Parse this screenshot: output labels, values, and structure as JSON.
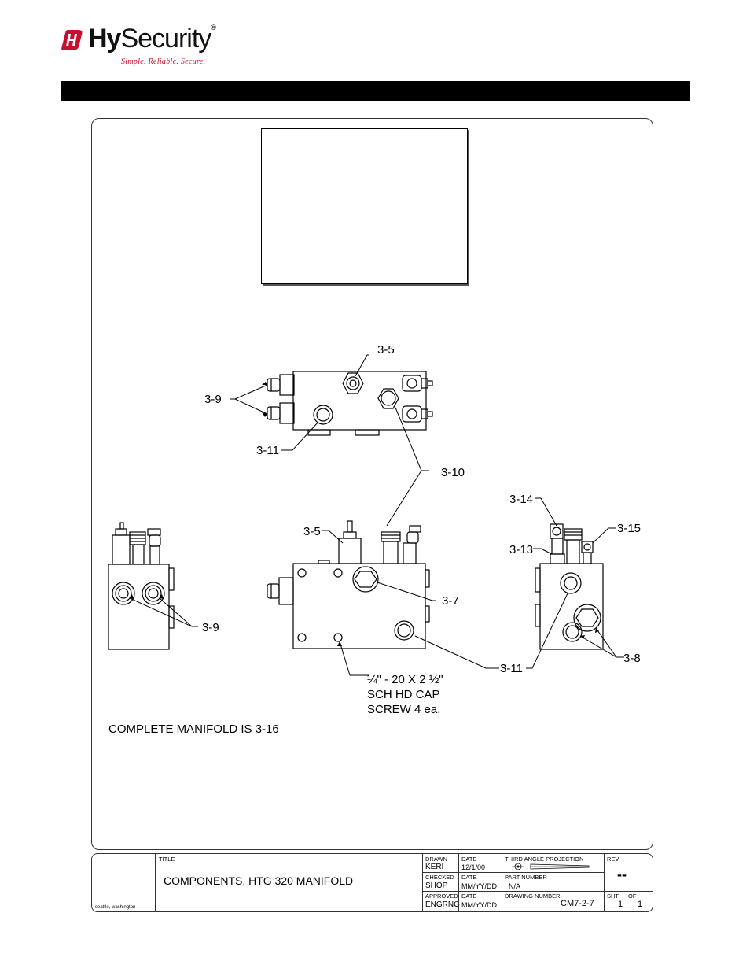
{
  "header": {
    "brand_hy": "Hy",
    "brand_security": "Security",
    "tagline": "Simple. Reliable. Secure.",
    "registered": "®"
  },
  "diagram": {
    "labels": {
      "top_3_5": "3-5",
      "top_3_9": "3-9",
      "top_3_11": "3-11",
      "mid_3_10": "3-10",
      "left_3_9": "3-9",
      "front_3_5": "3-5",
      "front_3_7": "3-7",
      "front_3_11": "3-11",
      "right_3_14": "3-14",
      "right_3_15": "3-15",
      "right_3_13": "3-13",
      "right_3_8": "3-8"
    },
    "screw_note": [
      "¼\" - 20 X 2 ½\"",
      "SCH HD CAP",
      "SCREW 4 ea."
    ],
    "manifold_note": "COMPLETE MANIFOLD IS 3-16"
  },
  "title_block": {
    "company_location": "seattle, washington",
    "title_label": "TITLE",
    "title": "COMPONENTS, HTG 320 MANIFOLD",
    "drawn_label": "DRAWN",
    "drawn_value": "KERI",
    "date_label": "DATE",
    "drawn_date": "12/1/00",
    "checked_label": "CHECKED",
    "checked_value": "SHOP",
    "checked_date": "MM/YY/DD",
    "approved_label": "APPROVED",
    "approved_value": "ENGRNG",
    "approved_date": "MM/YY/DD",
    "projection_label": "THIRD ANGLE PROJECTION",
    "part_number_label": "PART NUMBER",
    "part_number": "N/A",
    "drawing_number_label": "DRAWING NUMBER:",
    "drawing_number": "CM7-2-7",
    "rev_label": "REV",
    "rev_value": "--",
    "sht_label": "SHT",
    "of_label": "OF",
    "sht_value": "1",
    "of_value": "1"
  }
}
